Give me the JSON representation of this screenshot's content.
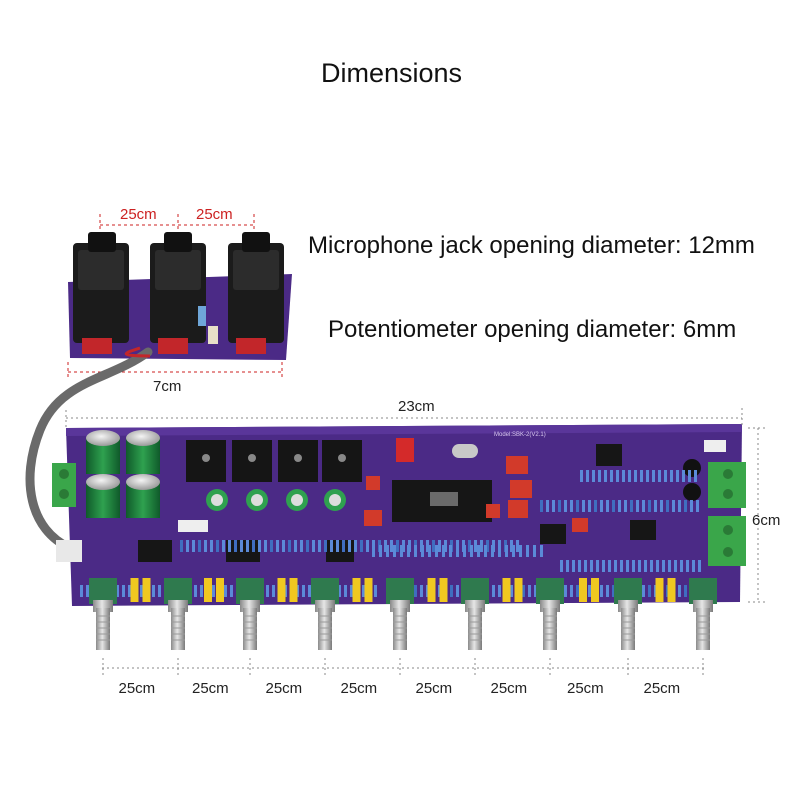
{
  "title": "Dimensions",
  "specs": {
    "mic_jack": "Microphone jack opening diameter: 12mm",
    "potentiometer": "Potentiometer opening diameter: 6mm"
  },
  "jack_board": {
    "spacing_left": "25cm",
    "spacing_right": "25cm",
    "width": "7cm"
  },
  "main_board": {
    "width": "23cm",
    "height": "6cm",
    "pot_spacings": [
      "25cm",
      "25cm",
      "25cm",
      "25cm",
      "25cm",
      "25cm",
      "25cm",
      "25cm"
    ],
    "model_text": "Model:SBK-2(V2.1)"
  },
  "colors": {
    "pcb": "#4b2a86",
    "pcb_dark": "#3a1f6b",
    "dim_red": "#cc2222",
    "dim_gray": "#888888",
    "terminal_green": "#3aa64a",
    "knob_green": "#2f7a4e"
  }
}
